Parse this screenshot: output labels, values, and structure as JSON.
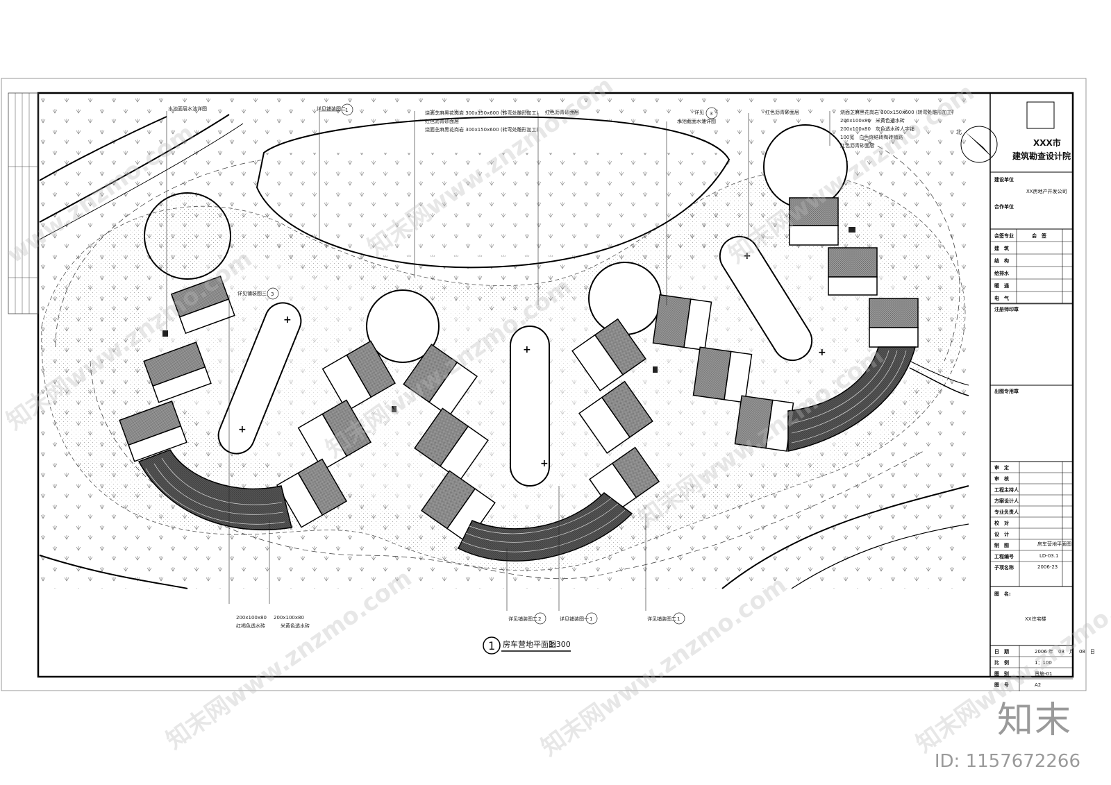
{
  "title_block": {
    "institute_line1": "XXX市",
    "institute_line2": "建筑勘查设计院",
    "client_label": "建设单位",
    "client_name": "XX房地产开发公司",
    "partner_label": "合作单位",
    "sign_header_major": "会签专业",
    "sign_header_sign": "会　签",
    "sign_rows": [
      "建　筑",
      "结　构",
      "给排水",
      "暖　通",
      "电　气"
    ],
    "reg_stamp_label": "注册师印章",
    "issue_stamp_label": "出图专用章",
    "roles": [
      "审　定",
      "审　核",
      "工程主持人",
      "方案设计人",
      "专业负责人",
      "校　对",
      "设　计",
      "制　图",
      "工程编号",
      "子项名称"
    ],
    "drawing_title": "房车营地平面图",
    "drawing_number": "LD-03.1",
    "project_number": "2006-23",
    "drawing_name_label": "图　名:",
    "drawing_name": "XX住宅楼",
    "footer": [
      {
        "label": "日　期",
        "value": "2006 年　08　月　08　日"
      },
      {
        "label": "比　例",
        "value": "1：100"
      },
      {
        "label": "图　别",
        "value": "景施-01"
      },
      {
        "label": "图　号",
        "value": "A2"
      }
    ]
  },
  "plan": {
    "title_number": "1",
    "title": "房车营地平面图",
    "scale": "1:300",
    "north_label": "北"
  },
  "callouts": {
    "c1": "水池面层水池详图",
    "c2_label": "详见铺装图二",
    "c2_num": "1",
    "c3_lines": [
      "烧面芝麻黑花岗岩 300x150x600 (转弯处雕形加工)",
      "红色沥青砂面层",
      "烧面芝麻黑花岗岩 300x150x600 (转弯处雕形加工)"
    ],
    "c4": "红色沥青砂面层",
    "c5_label": "详见",
    "c5_num": "3",
    "c5_sub": "水池截面水池详图",
    "c6": "红色沥青砂面层",
    "c7_lines": [
      "烧面芝麻黑花岗岩 300x150x600 (转弯处雕形加工)",
      "200x100x80　米黄色透水砖",
      "200x100x80　灰色透水砖人字铺",
      "100宽　白色烧结砖陶砖铺路",
      "红色沥青砂面层"
    ],
    "c8_label": "详见铺装图三",
    "c8_num": "3",
    "brick1_size": "200x100x80",
    "brick1_name": "红褐色透水砖",
    "brick2_size": "200x100x80",
    "brick2_name": "米黄色透水砖",
    "b1_label": "详见铺装图二",
    "b1_num": "2",
    "b2_label": "详见铺装图一",
    "b2_num": "1",
    "b3_label": "详见铺装图二",
    "b3_num": "1"
  },
  "watermarks": [
    "www.znzmo.com",
    "知末网www.znzmo.com"
  ],
  "brand": "知末",
  "image_id": "ID: 1157672266"
}
